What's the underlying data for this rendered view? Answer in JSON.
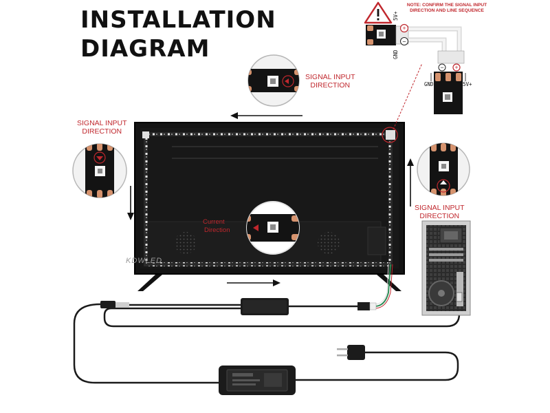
{
  "title": {
    "line1": "INSTALLATION",
    "line2": "DIAGRAM"
  },
  "labels": {
    "signal_top": [
      "SIGNAL INPUT",
      "DIRECTION"
    ],
    "signal_left": [
      "SIGNAL INPUT",
      "DIRECTION"
    ],
    "signal_right": [
      "SIGNAL INPUT",
      "DIRECTION"
    ],
    "current": [
      "Current",
      "Direction"
    ]
  },
  "note": {
    "line1": "NOTE: CONFIRM THE SIGNAL INPUT",
    "line2": "DIRECTION AND LINE SEQUENCE"
  },
  "pins": {
    "gnd": "GND",
    "v5": "5V+",
    "plus": "+",
    "minus": "−"
  },
  "watermark": "KDWLED",
  "colors": {
    "accent_red": "#c0272d",
    "tv_black": "#141414",
    "cable": "#1a1a1a"
  },
  "icons": {
    "warning": "warning-icon",
    "arrows": "direction-arrow-icon"
  }
}
